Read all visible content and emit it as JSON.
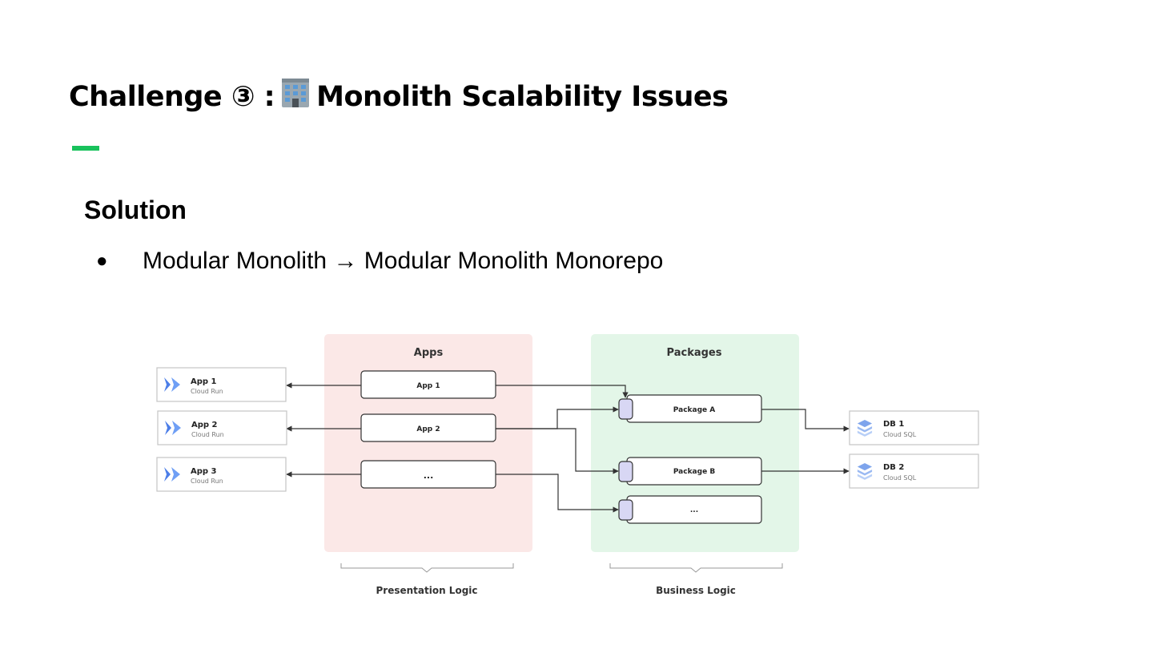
{
  "slide": {
    "title_prefix": "Challenge ③ :",
    "title_icon": "office-building-icon",
    "title_suffix": "Monolith Scalability Issues",
    "accent_color": "#19c25c",
    "section_heading": "Solution",
    "bullets": [
      {
        "marker": "●",
        "text": "Modular Monolith → Modular Monolith Monorepo"
      }
    ]
  },
  "diagram": {
    "apps_group": {
      "label": "Apps",
      "color": "#fbe8e7",
      "items": [
        "App 1",
        "App 2",
        "..."
      ],
      "bracket_label": "Presentation Logic"
    },
    "packages_group": {
      "label": "Packages",
      "color": "#e3f6e8",
      "items": [
        "Package A",
        "Package B",
        "..."
      ],
      "bracket_label": "Business Logic"
    },
    "deployments": [
      {
        "name": "App 1",
        "service": "Cloud Run",
        "icon": "cloud-run-icon"
      },
      {
        "name": "App 2",
        "service": "Cloud Run",
        "icon": "cloud-run-icon"
      },
      {
        "name": "App 3",
        "service": "Cloud Run",
        "icon": "cloud-run-icon"
      }
    ],
    "databases": [
      {
        "name": "DB 1",
        "service": "Cloud SQL",
        "icon": "cloud-sql-icon"
      },
      {
        "name": "DB 2",
        "service": "Cloud SQL",
        "icon": "cloud-sql-icon"
      }
    ],
    "port_color": "#d8d7f4"
  }
}
